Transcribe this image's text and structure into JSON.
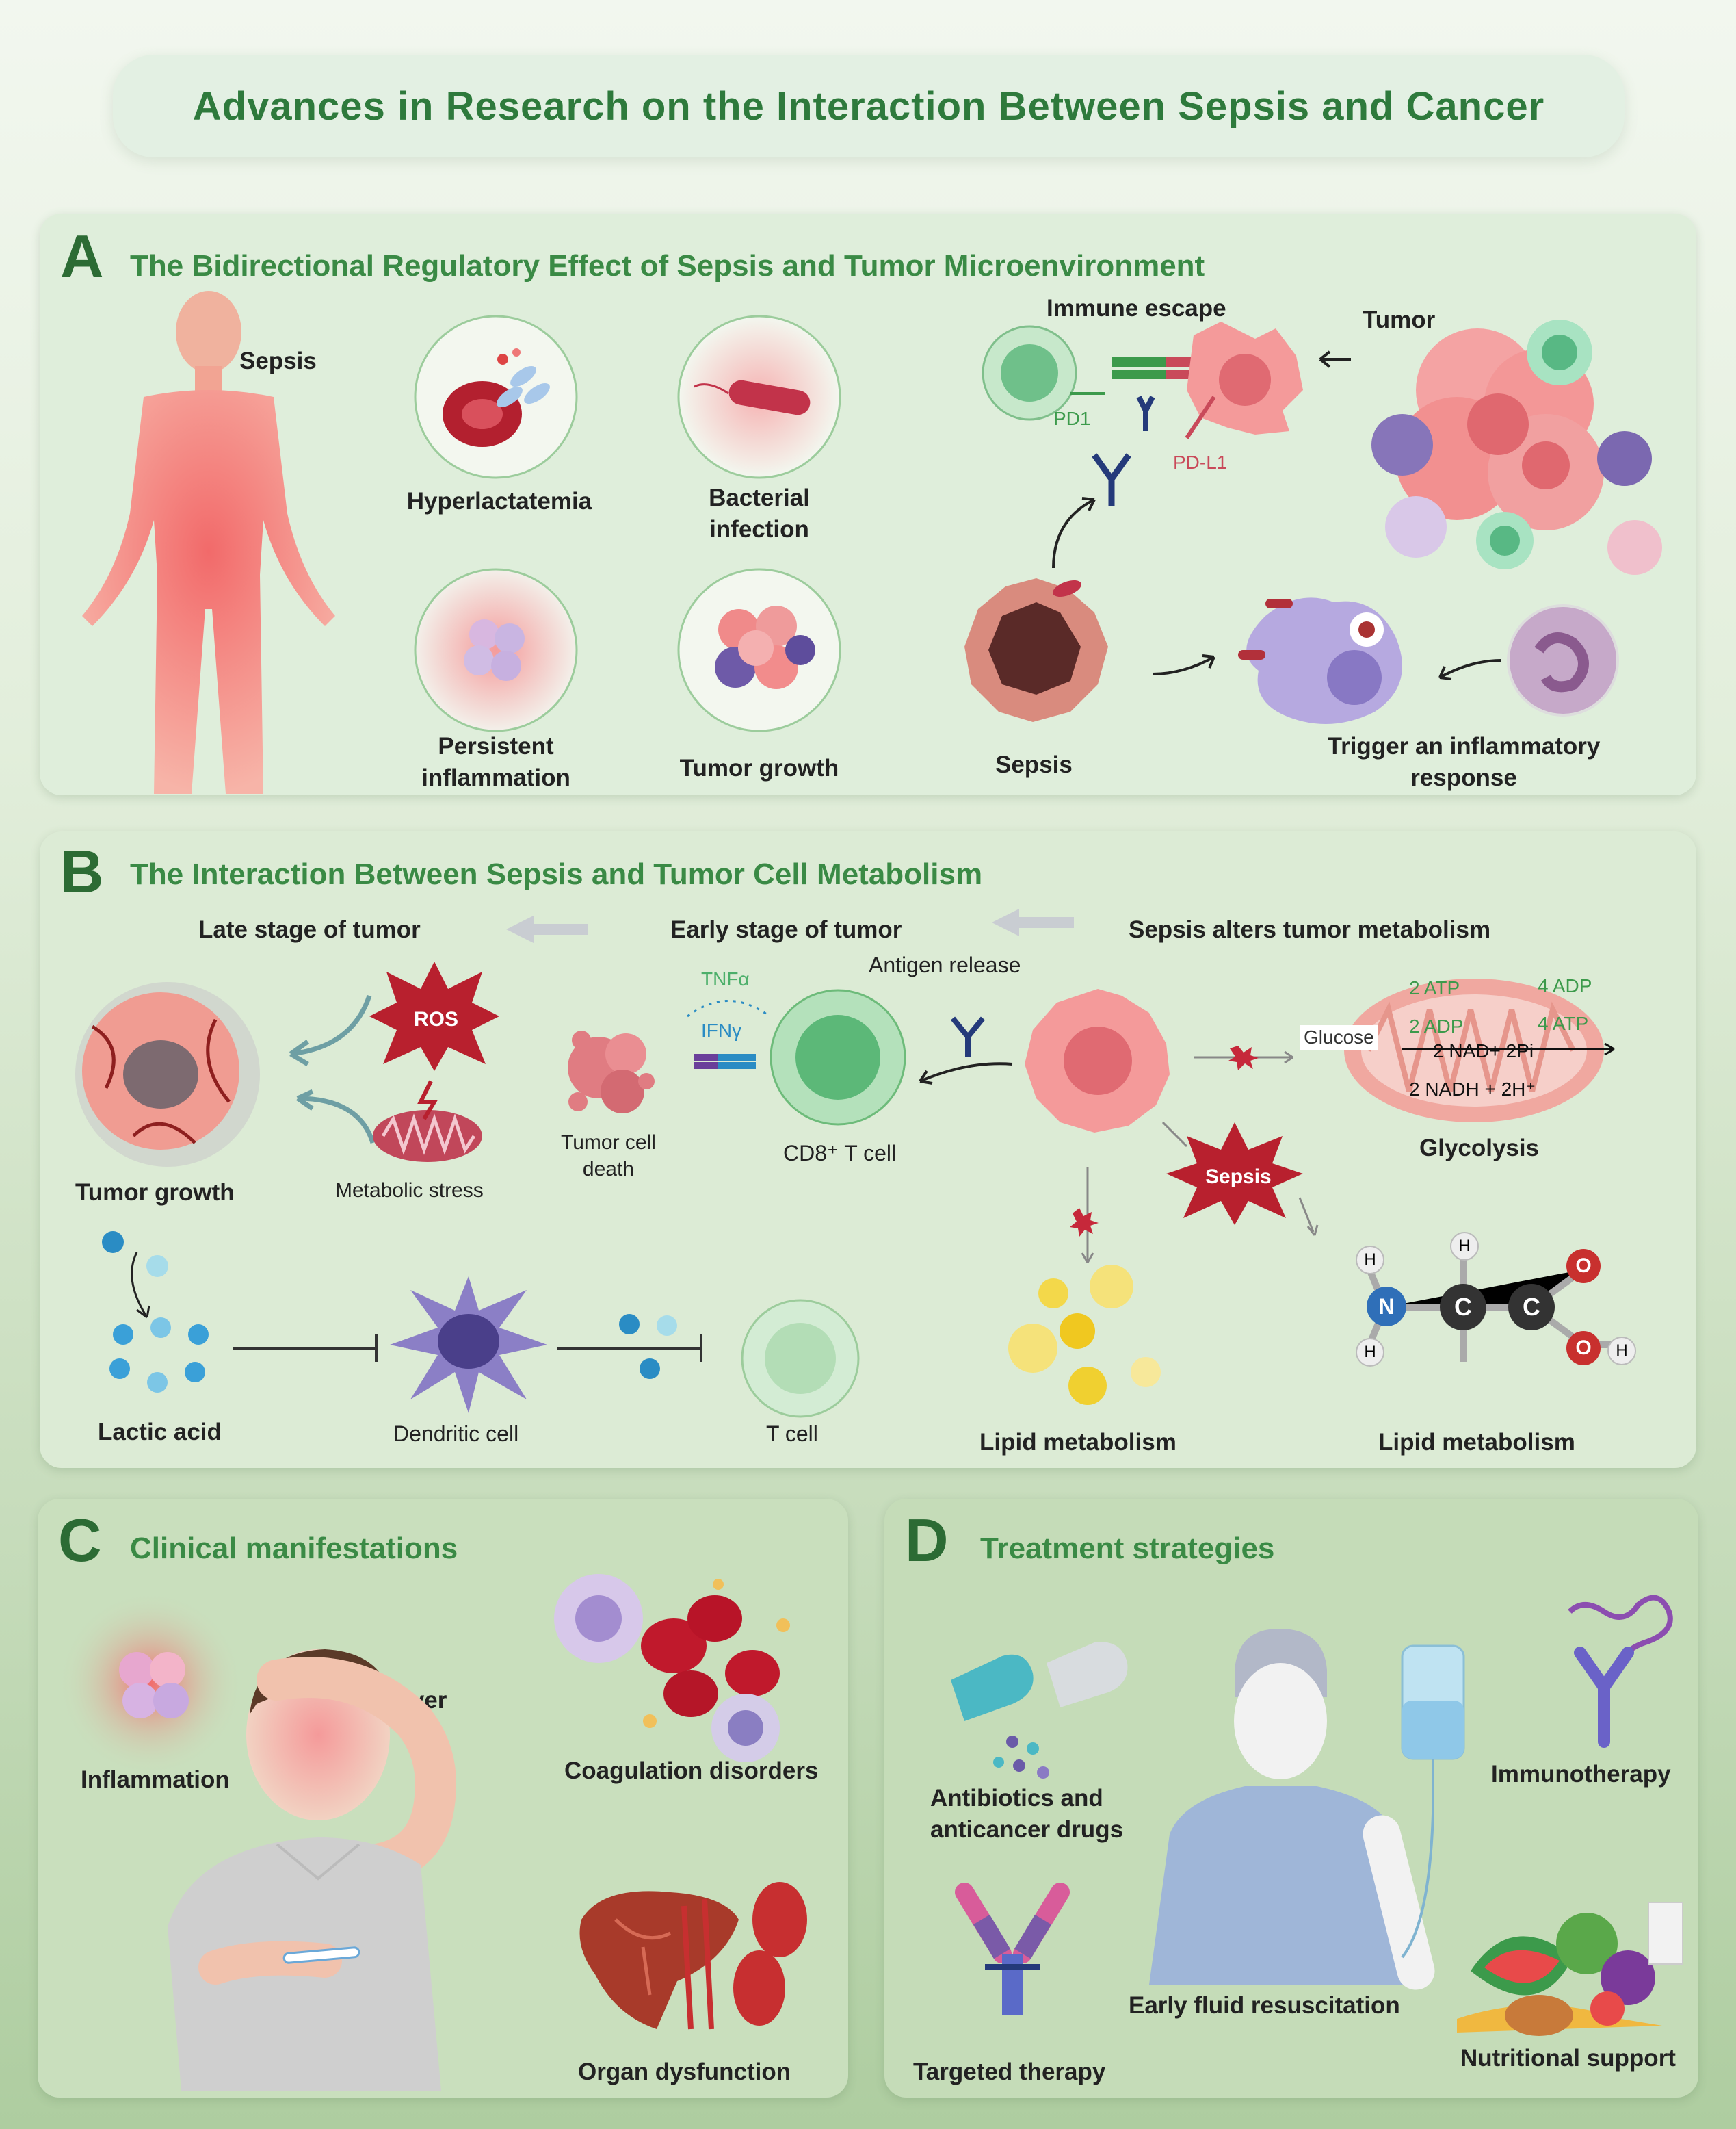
{
  "title": "Advances in Research on the Interaction Between Sepsis and Cancer",
  "panelA": {
    "letter": "A",
    "title": "The Bidirectional Regulatory Effect of Sepsis and Tumor Microenvironment",
    "body_label": "Sepsis",
    "hyperlactatemia": "Hyperlactatemia",
    "bacterial_infection": "Bacterial\ninfection",
    "persistent_inflammation": "Persistent\ninflammation",
    "tumor_growth": "Tumor growth",
    "immune_escape": "Immune escape",
    "tumor": "Tumor",
    "pd1": "PD1",
    "pdl1": "PD-L1",
    "sepsis": "Sepsis",
    "trigger": "Trigger an inflammatory\nresponse"
  },
  "panelB": {
    "letter": "B",
    "title": "The Interaction Between Sepsis and Tumor Cell Metabolism",
    "late_stage": "Late stage of tumor",
    "early_stage": "Early stage of tumor",
    "sepsis_alters": "Sepsis alters tumor metabolism",
    "antigen_release": "Antigen release",
    "tnfa": "TNFα",
    "ifng": "IFNγ",
    "ros": "ROS",
    "tumor_growth": "Tumor growth",
    "metabolic_stress": "Metabolic stress",
    "tumor_cell_death": "Tumor cell\ndeath",
    "cd8": "CD8⁺ T cell",
    "glucose": "Glucose",
    "atp2": "2 ATP",
    "adp2": "2 ADP",
    "adp4": "4 ADP",
    "atp4": "4 ATP",
    "nad": "2 NAD+ 2Pi",
    "nadh": "2 NADH + 2H⁺",
    "glycolysis": "Glycolysis",
    "sepsis_burst": "Sepsis",
    "lactic_acid": "Lactic acid",
    "dendritic_cell": "Dendritic cell",
    "t_cell": "T cell",
    "lipid1": "Lipid metabolism",
    "lipid2": "Lipid metabolism",
    "atom_n": "N",
    "atom_c": "C",
    "atom_o": "O",
    "atom_h": "H"
  },
  "panelC": {
    "letter": "C",
    "title": "Clinical manifestations",
    "inflammation": "Inflammation",
    "fever": "Fever",
    "coagulation": "Coagulation disorders",
    "organ": "Organ dysfunction"
  },
  "panelD": {
    "letter": "D",
    "title": "Treatment strategies",
    "antibiotics": "Antibiotics and\nanticancer drugs",
    "immunotherapy": "Immunotherapy",
    "targeted": "Targeted therapy",
    "fluid": "Early fluid resuscitation",
    "nutrition": "Nutritional support"
  },
  "colors": {
    "title_green": "#2e7a3c",
    "tumor_pink": "#f08a8a",
    "tcell_green": "#8ccf9a",
    "sepsis_red": "#c6283a"
  }
}
